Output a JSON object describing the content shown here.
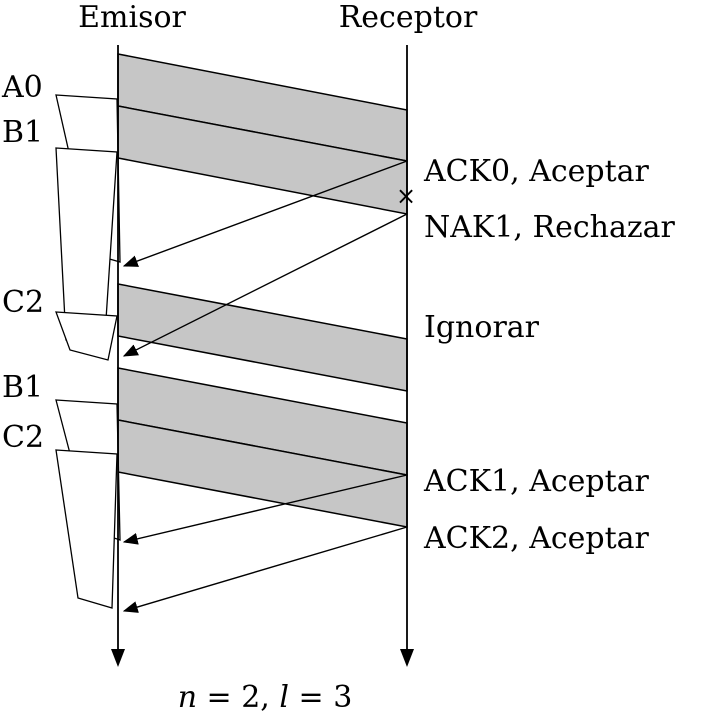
{
  "diagram": {
    "emisor": {
      "title": "Emisor",
      "frame_labels": [
        "A0",
        "B1",
        "C2",
        "B1",
        "C2"
      ]
    },
    "receptor": {
      "title": "Receptor",
      "annotations": [
        "ACK0, Aceptar",
        "NAK1, Rechazar",
        "Ignorar",
        "ACK1, Aceptar",
        "ACK2, Aceptar"
      ]
    },
    "error_mark": "×",
    "caption": {
      "var_n": "n",
      "mid": " = 2, ",
      "var_l": "l",
      "end": " = 3"
    },
    "colors": {
      "frame_fill": "#c6c6c6",
      "stroke": "#000000",
      "background": "#ffffff"
    }
  }
}
